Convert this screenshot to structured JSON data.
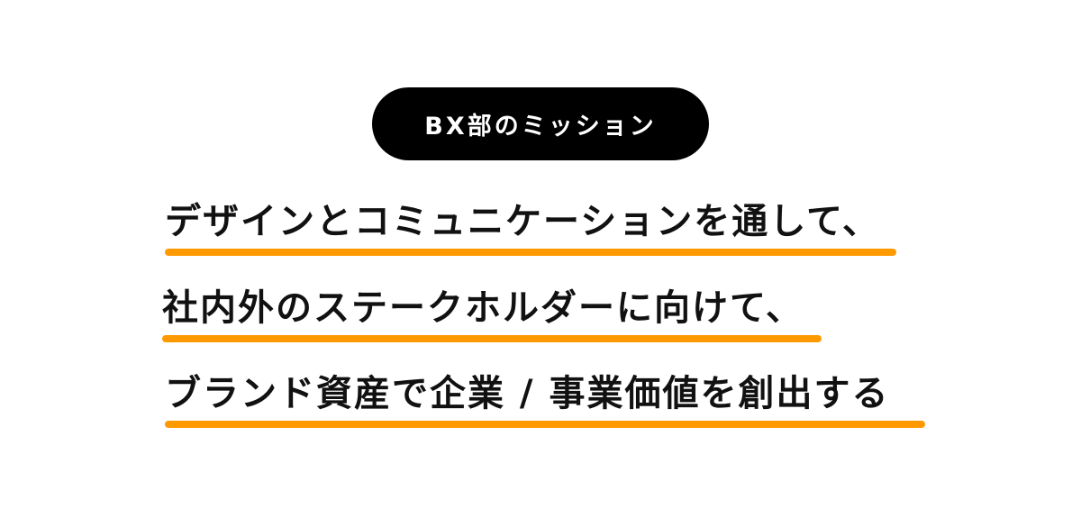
{
  "badge": {
    "label": "BX部のミッション",
    "bg_color": "#000000",
    "text_color": "#ffffff"
  },
  "mission": {
    "lines": [
      {
        "text": "デザインとコミュニケーションを通して、"
      },
      {
        "text": "社内外のステークホルダーに向けて、"
      },
      {
        "text": "ブランド資産で企業 / 事業価値を創出する"
      }
    ],
    "underline_color": "#ff9900",
    "text_color": "#111111"
  }
}
